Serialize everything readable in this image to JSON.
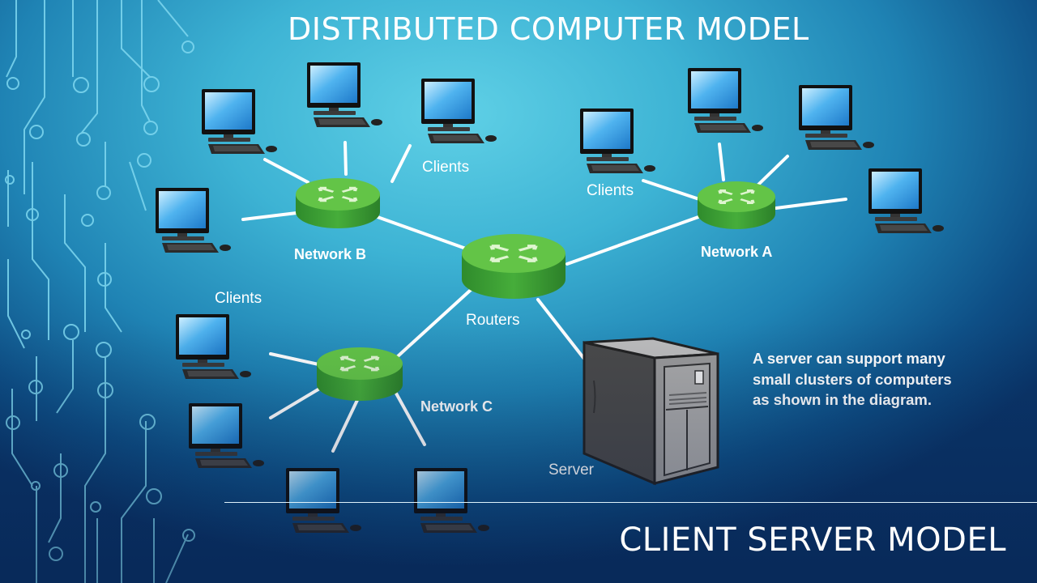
{
  "slide": {
    "title": "DISTRIBUTED COMPUTER MODEL",
    "subtitle": "CLIENT SERVER MODEL",
    "note": "A server can support many small clusters of computers as shown in the diagram."
  },
  "labels": {
    "network_a": "Network A",
    "network_b": "Network B",
    "network_c": "Network C",
    "clients": "Clients",
    "routers": "Routers",
    "server": "Server"
  },
  "colors": {
    "router_green": "#3fa33a",
    "router_top": "#63c447",
    "link_line": "#ffffff",
    "circuit_lines": "#7fd8f0",
    "server_gray": "#9a9a9a"
  },
  "icons": {
    "computer": "desktop-computer-icon",
    "router": "router-icon",
    "server": "server-tower-icon"
  }
}
